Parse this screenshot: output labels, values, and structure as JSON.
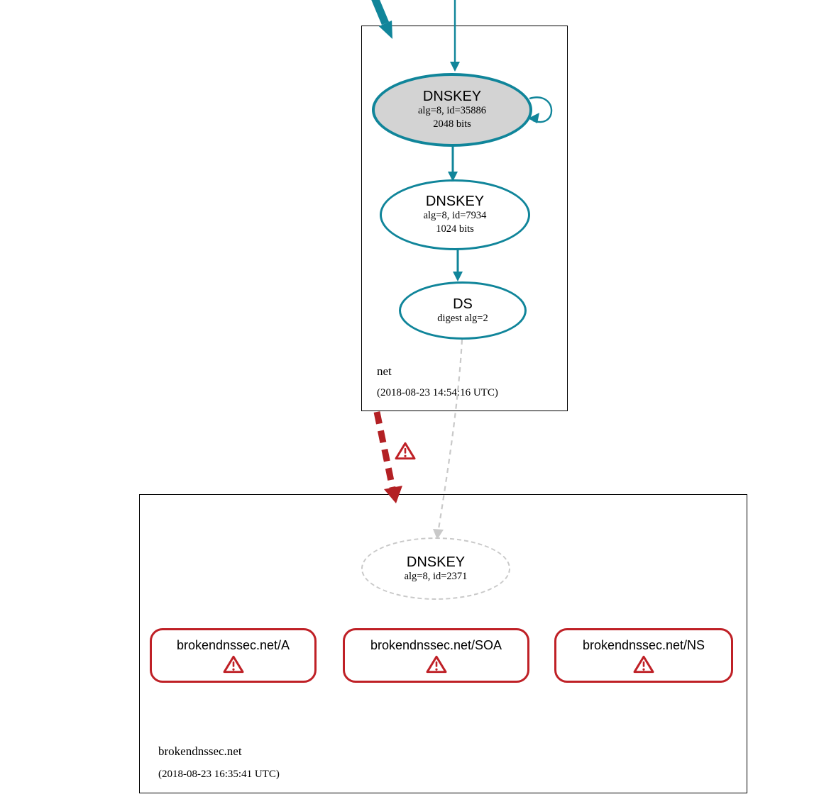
{
  "colors": {
    "secure_teal": "#10859a",
    "ksk_fill_gray": "#d3d3d3",
    "warning_red": "#bf2026",
    "bogus_arrow_red": "#b32024",
    "insecure_gray": "#c9c9c9"
  },
  "icons": {
    "warning": "exclamation-triangle"
  },
  "zones": {
    "net": {
      "label": "net",
      "timestamp": "(2018-08-23 14:54:16 UTC)",
      "nodes": {
        "ksk": {
          "title": "DNSKEY",
          "detail1": "alg=8, id=35886",
          "detail2": "2048 bits"
        },
        "zsk": {
          "title": "DNSKEY",
          "detail1": "alg=8, id=7934",
          "detail2": "1024 bits"
        },
        "ds": {
          "title": "DS",
          "detail1": "digest alg=2"
        }
      }
    },
    "brokendnssec": {
      "label": "brokendnssec.net",
      "timestamp": "(2018-08-23 16:35:41 UTC)",
      "nodes": {
        "dnskey": {
          "title": "DNSKEY",
          "detail1": "alg=8, id=2371"
        }
      },
      "rrsets": [
        {
          "label": "brokendnssec.net/A"
        },
        {
          "label": "brokendnssec.net/SOA"
        },
        {
          "label": "brokendnssec.net/NS"
        }
      ]
    }
  }
}
